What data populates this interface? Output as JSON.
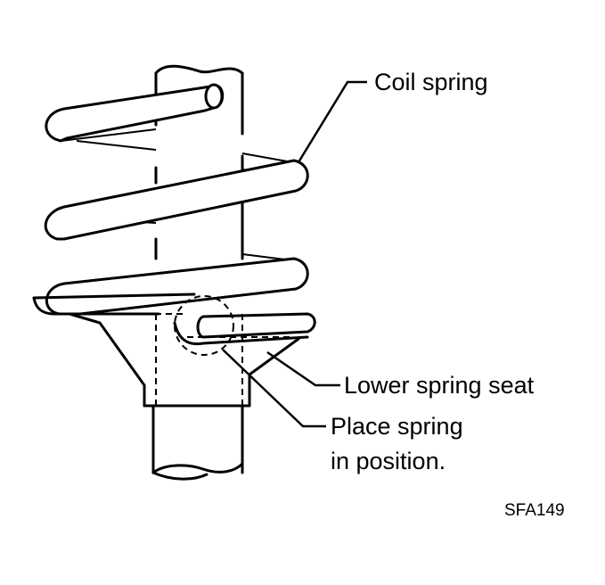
{
  "labels": {
    "coil_spring": "Coil spring",
    "lower_spring_seat": "Lower spring seat",
    "place_spring_line1": "Place spring",
    "place_spring_line2": "in position."
  },
  "figure_code": "SFA149"
}
